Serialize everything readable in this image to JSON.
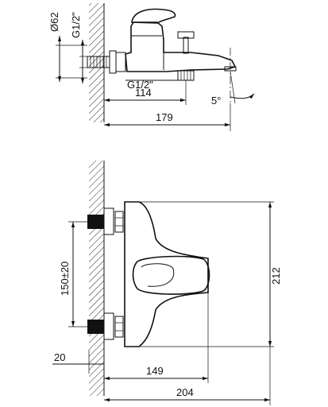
{
  "drawing": {
    "side_view": {
      "diameter_label": "Ø62",
      "inlet_thread_label": "G1/2\"",
      "outlet_thread_label": "G1/2\"",
      "outlet_offset_label": "114",
      "total_depth_label": "179",
      "angle_label": "5°"
    },
    "front_view": {
      "center_distance_label": "150±20",
      "height_label": "212",
      "wall_offset_label": "20",
      "body_width_label": "149",
      "total_width_label": "204"
    }
  }
}
